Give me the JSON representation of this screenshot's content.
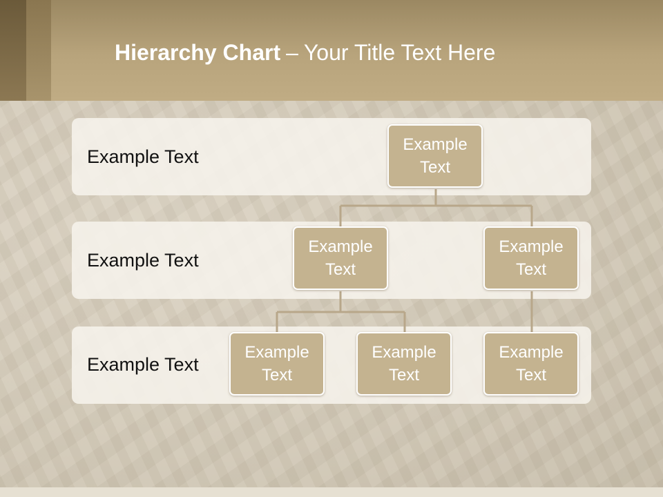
{
  "slide": {
    "title_bold": "Hierarchy Chart",
    "title_separator": "–",
    "title_rest": "Your Title Text Here"
  },
  "levels": [
    {
      "label": "Example Text"
    },
    {
      "label": "Example Text"
    },
    {
      "label": "Example Text"
    }
  ],
  "nodes": {
    "root": "Example Text",
    "level2_left": "Example Text",
    "level2_right": "Example Text",
    "level3_a": "Example Text",
    "level3_b": "Example Text",
    "level3_c": "Example Text"
  },
  "colors": {
    "header": "#b8a47c",
    "node_fill": "#c4b390",
    "node_border": "#ffffff",
    "connector": "#b8a78a",
    "band_fill": "#f6f3ec"
  }
}
